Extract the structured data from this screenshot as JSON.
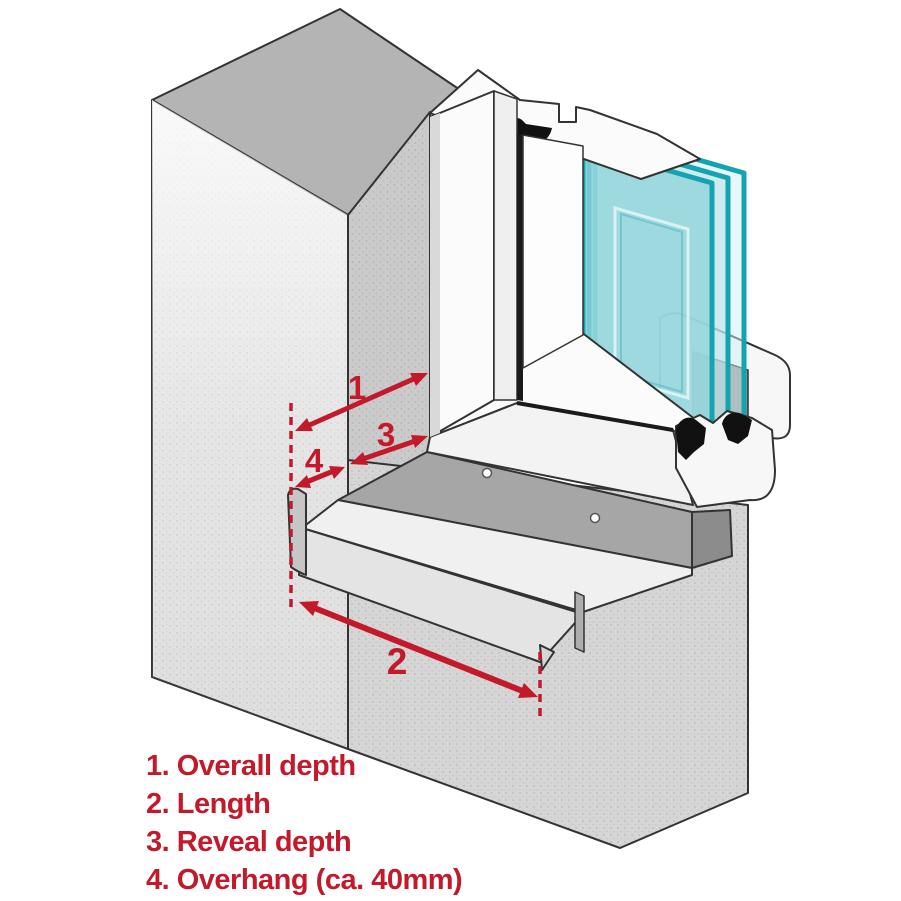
{
  "title": "Window sill measurement diagram",
  "colors": {
    "dimension_red": "#c31a2b",
    "glass_teal": "#14a3b0",
    "glass_fill": "#8fd4da",
    "wall_gray": "#b4b4b4",
    "frame_white": "#fafafa"
  },
  "dims": [
    {
      "n": "1",
      "legend": "1. Overall depth"
    },
    {
      "n": "2",
      "legend": "2. Length"
    },
    {
      "n": "3",
      "legend": "3. Reveal depth"
    },
    {
      "n": "4",
      "legend": "4. Overhang (ca. 40mm)"
    }
  ],
  "parts": [
    "wall-block-upper",
    "wall-reveal",
    "wall-block-lower",
    "window-frame-head",
    "frame-seal",
    "triple-glazing",
    "window-sash-bottom",
    "frame-bottom-profile",
    "sill-mounting-strip",
    "window-sill",
    "sill-drip-edge"
  ]
}
